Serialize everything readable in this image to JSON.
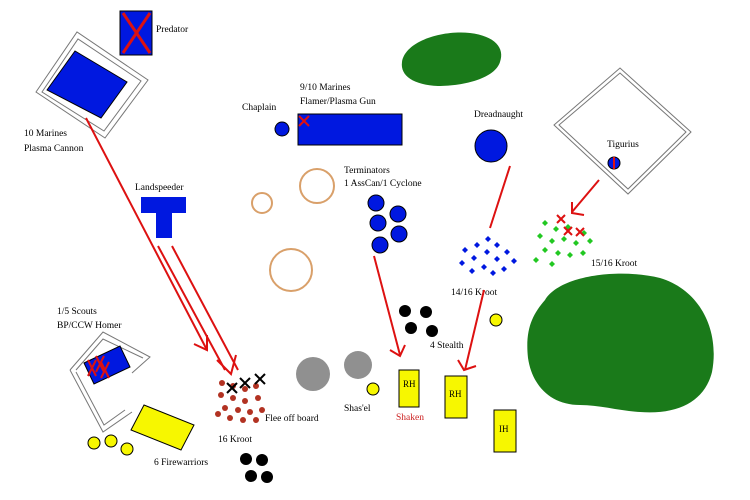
{
  "colors": {
    "marine": "#0018e0",
    "tau": "#f7f700",
    "kroot": "#b23222",
    "kroot_green": "#22c822",
    "terrain": "#1a7a1a",
    "crater": "#d9a06a",
    "arrow": "#dd1111",
    "rock": "#909090"
  },
  "labels": {
    "predator": "Predator",
    "marines_cannon_line1": "10 Marines",
    "marines_cannon_line2": "Plasma Cannon",
    "chaplain": "Chaplain",
    "marines_flamer_line1": "9/10 Marines",
    "marines_flamer_line2": "Flamer/Plasma Gun",
    "dreadnaught": "Dreadnaught",
    "tigurius": "Tigurius",
    "landspeeder": "Landspeeder",
    "terminators_line1": "Terminators",
    "terminators_line2": "1 AssCan/1 Cyclone",
    "kroot_15_16": "15/16 Kroot",
    "kroot_14_16": "14/16 Kroot",
    "scouts_line1": "1/5 Scouts",
    "scouts_line2": "BP/CCW Homer",
    "stealth": "4 Stealth",
    "flee": "Flee off board",
    "shasel": "Shas'el",
    "shaken": "Shaken",
    "kroot_16": "16 Kroot",
    "firewarriors": "6 Firewarriors",
    "rh1": "RH",
    "rh2": "RH",
    "ih": "IH"
  }
}
